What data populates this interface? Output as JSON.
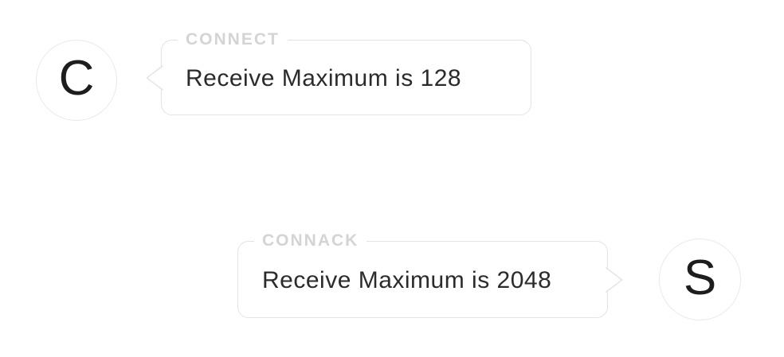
{
  "diagram": {
    "type": "mqtt-message-flow",
    "actors": [
      {
        "id": "client",
        "letter": "C"
      },
      {
        "id": "server",
        "letter": "S"
      }
    ],
    "messages": [
      {
        "packet": "CONNECT",
        "text": "Receive Maximum is 128",
        "from": "client"
      },
      {
        "packet": "CONNACK",
        "text": "Receive Maximum is 2048",
        "from": "server"
      }
    ],
    "colors": {
      "background": "#ffffff",
      "bubble_border": "#e3e3e3",
      "label_gray": "#d4d4d4",
      "text_dark": "#2b2b2b",
      "circle_border": "#e9e9e9",
      "letter_color": "#1d1d1d"
    }
  }
}
